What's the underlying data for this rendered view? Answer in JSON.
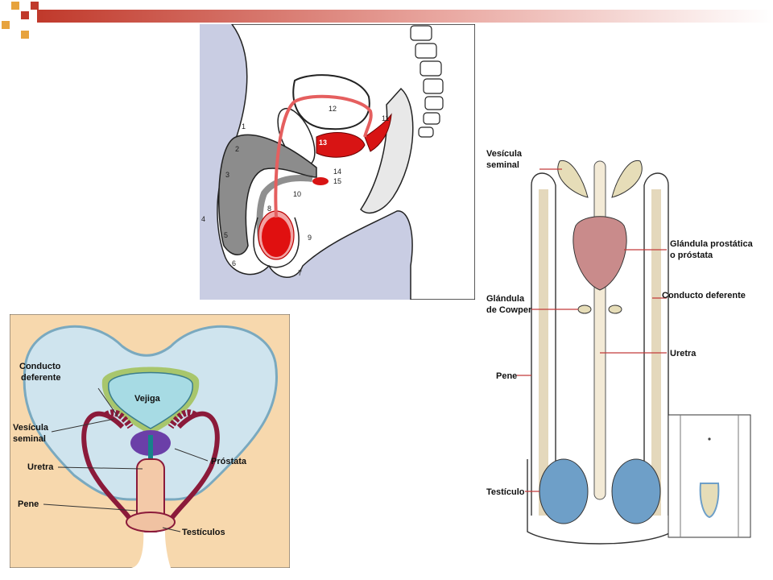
{
  "colors": {
    "title_bar_red": "#c0392b",
    "title_bar_orange": "#e7a33d",
    "sagittal_background": "#c9cde3",
    "frontal_skin": "#f7d8ad",
    "frontal_pelvis": "#cfe4ee",
    "bladder": "#a7dbe4",
    "prostate": "#6b3fa8",
    "vas_deferens": "#8b1a3a",
    "red_organs": "#d81414"
  },
  "sagittal": {
    "numbers": [
      "1",
      "2",
      "3",
      "4",
      "5",
      "6",
      "7",
      "8",
      "9",
      "10",
      "11",
      "12",
      "13",
      "14",
      "15"
    ]
  },
  "frontal": {
    "labels": {
      "vas": "Conducto deferente",
      "vesicle": "Vesícula seminal",
      "urethra": "Uretra",
      "penis": "Pene",
      "bladder": "Vejiga",
      "prostate": "Próstata",
      "testes": "Testículos"
    }
  },
  "schematic": {
    "labels": {
      "vesicle": "Vesícula seminal",
      "prostate": "Glándula prostática o próstata",
      "vas": "Conducto deferente",
      "cowper": "Glándula de Cowper",
      "urethra": "Uretra",
      "penis": "Pene",
      "testicle": "Testículo"
    }
  }
}
